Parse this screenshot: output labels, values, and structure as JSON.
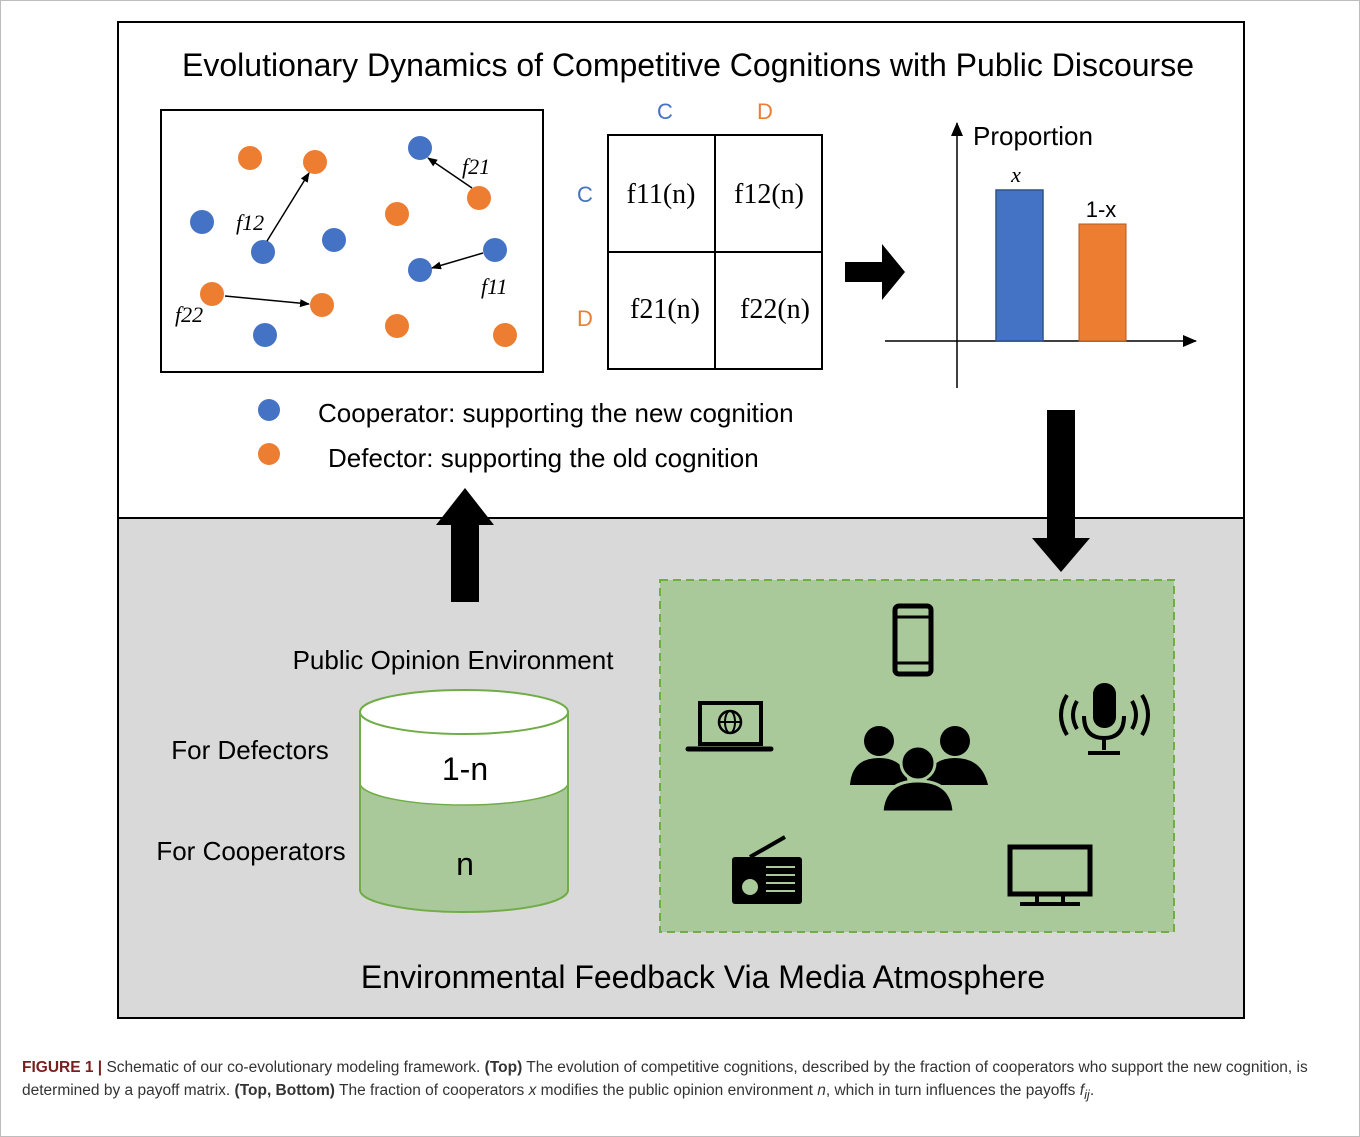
{
  "top_title": "Evolutionary Dynamics of Competitive Cognitions with Public Discourse",
  "matrix": {
    "col_headers": [
      "C",
      "D"
    ],
    "row_headers": [
      "C",
      "D"
    ],
    "cells": [
      [
        "f11(n)",
        "f12(n)"
      ],
      [
        "f21(n)",
        "f22(n)"
      ]
    ]
  },
  "payoff_labels": {
    "f12": "f12",
    "f21": "f21",
    "f11": "f11",
    "f22": "f22"
  },
  "legend": {
    "cooperator": "Cooperator: supporting the new cognition",
    "defector": "Defector: supporting the old cognition"
  },
  "proportion_chart": {
    "axis_label": "Proportion",
    "bars": [
      {
        "label": "x",
        "color": "#4472c4"
      },
      {
        "label": "1-x",
        "color": "#ed7d31"
      }
    ]
  },
  "environment": {
    "title": "Public Opinion Environment",
    "defectors_label": "For Defectors",
    "cooperators_label": "For Cooperators",
    "top_value": "1-n",
    "bottom_value": "n"
  },
  "media_icons": [
    "smartphone-icon",
    "laptop-globe-icon",
    "people-group-icon",
    "microphone-broadcast-icon",
    "radio-icon",
    "television-icon"
  ],
  "bottom_title": "Environmental Feedback Via Media Atmosphere",
  "colors": {
    "cooperator": "#4472c4",
    "defector": "#ed7d31",
    "bottom_panel": "#d9d9d9",
    "media_box": "#a9c99a",
    "media_border": "#70ad47"
  },
  "caption": {
    "figure_label": "FIGURE 1 |",
    "intro": "Schematic of our co-evolutionary modeling framework.",
    "top_tag": "(Top)",
    "top_text": "The evolution of competitive cognitions, described by the fraction of cooperators who support the new cognition, is determined by a payoff matrix.",
    "both_tag": "(Top, Bottom)",
    "both_text_a": "The fraction of cooperators",
    "both_x": "x",
    "both_text_b": "modifies the public opinion environment",
    "both_n": "n",
    "both_text_c": ", which in turn influences the payoffs",
    "both_f": "f",
    "both_ij": "ij",
    "period": "."
  }
}
